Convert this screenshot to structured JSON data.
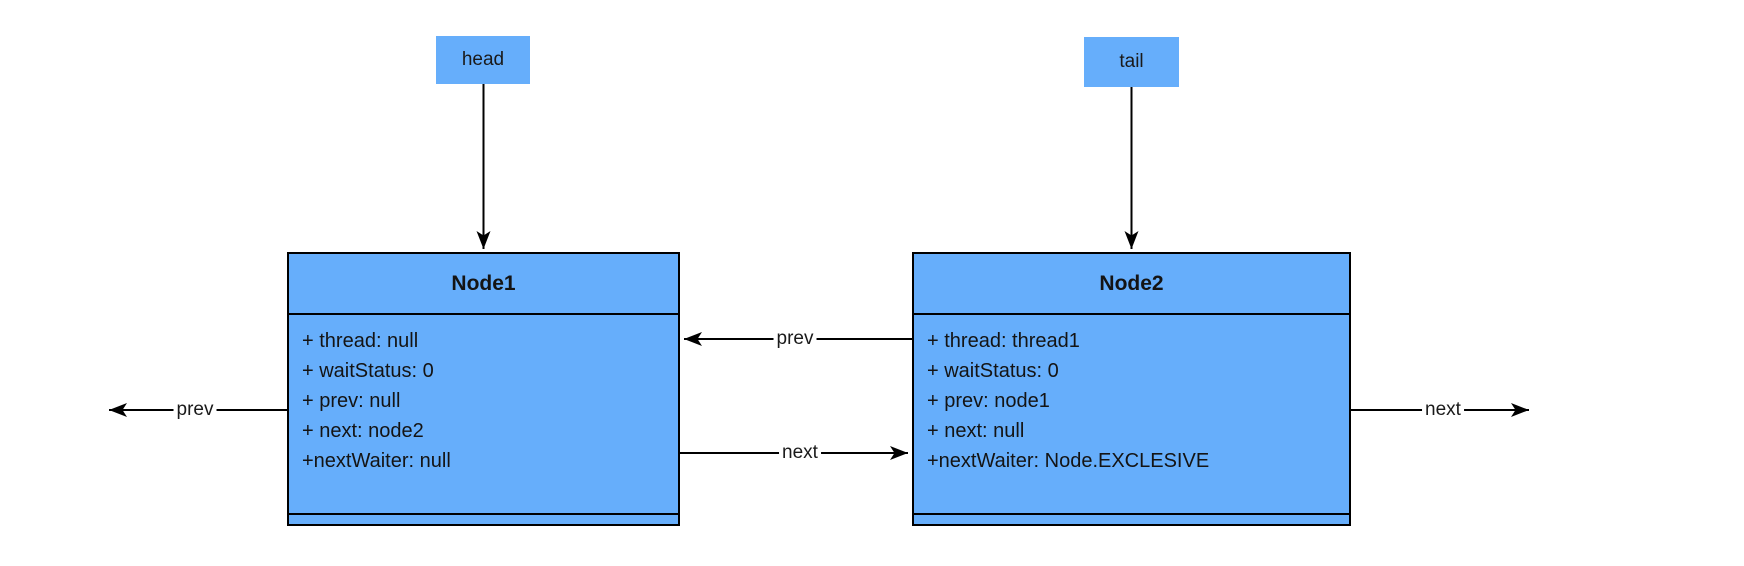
{
  "diagram": {
    "pointers": {
      "head": {
        "label": "head"
      },
      "tail": {
        "label": "tail"
      }
    },
    "node1": {
      "title": "Node1",
      "fields": [
        "+ thread: null",
        "+ waitStatus: 0",
        "+ prev: null",
        "+ next: node2",
        "+nextWaiter: null"
      ]
    },
    "node2": {
      "title": "Node2",
      "fields": [
        "+ thread: thread1",
        "+ waitStatus: 0",
        "+ prev: node1",
        "+ next: null",
        "+nextWaiter: Node.EXCLESIVE"
      ]
    },
    "edges": {
      "node2_prev": {
        "label": "prev"
      },
      "node1_next": {
        "label": "next"
      },
      "node1_prev": {
        "label": "prev"
      },
      "node2_next": {
        "label": "next"
      }
    },
    "colors": {
      "node_fill": "#66AEFB",
      "node_border": "#000000",
      "pointer_fill": "#66AEFB",
      "connector": "#000000",
      "text": "#1a1a1a",
      "background": "#ffffff"
    }
  }
}
